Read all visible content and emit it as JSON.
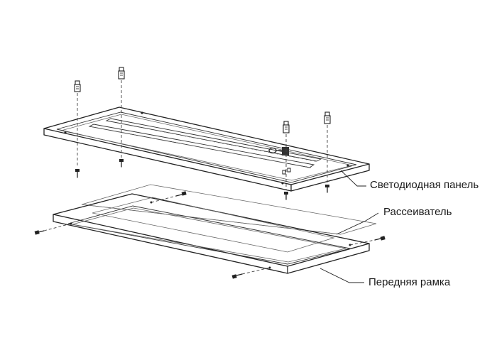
{
  "labels": {
    "led_panel": "Светодиодная панель",
    "diffuser": "Рассеиватель",
    "front_frame": "Передняя рамка"
  }
}
